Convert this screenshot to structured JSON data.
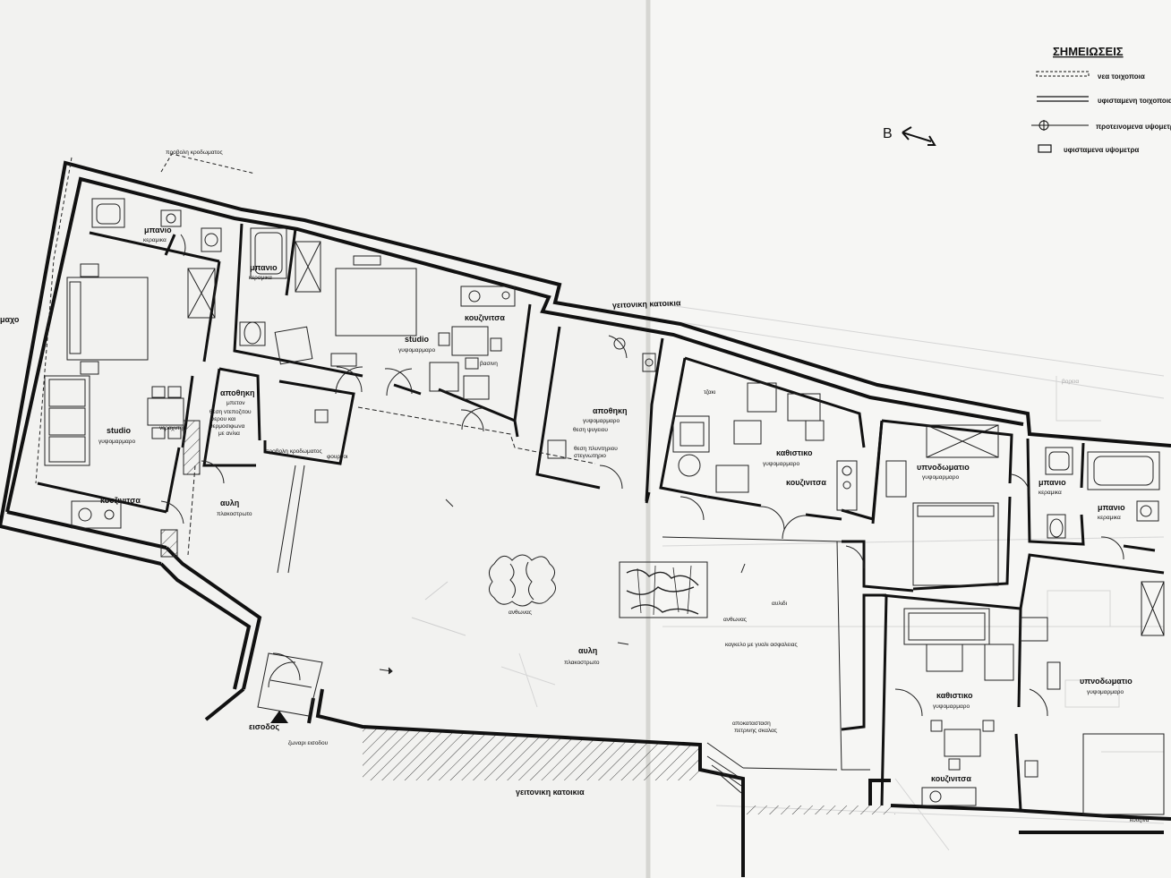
{
  "legend": {
    "title": "ΣΗΜΕΙΩΣΕΙΣ",
    "items": [
      "νεα τοιχοποια",
      "υφισταμενη τοιχοποια",
      "προτεινομενα υψομετρα",
      "υφισταμενα υψομετρα"
    ]
  },
  "north": "Β",
  "labels": {
    "studio1": "studio",
    "studio1_floor": "γυψομαρμαρο",
    "kitchen1": "κουζινιτσα",
    "bath1": "μπανιο",
    "bath1_floor": "κεραμικα",
    "bath2": "μπανιο",
    "bath2_floor": "κεραμικα",
    "studio2": "studio",
    "studio2_floor": "γυψομαρμαρο",
    "kitchen2": "κουζινιτσα",
    "sink": "νεροχυτης",
    "storage1": "αποθηκη",
    "storage1_sub": "μπετον",
    "storage1_note": "θεση ντεποζιτου νερου και θερμοσιφωνα με ανλια",
    "projection_top": "προβολη κροδωματος",
    "projection_mid": "προβολη κροδωματος",
    "oven": "φουρνοι",
    "yard1": "αυλη",
    "yard1_floor": "πλακοστρωτο",
    "yard2": "αυλη",
    "yard2_floor": "πλακοστρωτο",
    "storage2": "αποθηκη",
    "storage2_floor": "γυψομαρμαρο",
    "storage2_note1": "θεση ψυγειου",
    "storage2_note2": "θεση πλυντηριου στεγνωτηριο",
    "fireplace": "τζακι",
    "living1": "καθιστικο",
    "living1_floor": "γυψομαρμαρο",
    "kitchen3": "κουζινιτσα",
    "bedroom1": "υπνοδωματιο",
    "bedroom1_floor": "γυψομαρμαρο",
    "bath3": "μπανιο",
    "bath3_floor": "κεραμικα",
    "bath4": "μπανιο",
    "bath4_floor": "κεραμικα",
    "neighbor_top": "γειτονικη κατοικια",
    "neighbor_bottom": "γειτονικη κατοικια",
    "entrance": "εισοδος",
    "threshold": "ζωναρι εισοδου",
    "flower1": "ανθωνας",
    "flower2": "ανθωνας",
    "yard_word": "αυλιδι",
    "glass_rail": "καγκελο με γυαλι ασφαλειας",
    "stair_note": "αποκατασταση πετρινης σκαλας",
    "living2": "καθιστικο",
    "living2_floor": "γυψομαρμαρο",
    "kitchen4": "κουζινιτσα",
    "bedroom2": "υπνοδωματιο",
    "bedroom2_floor": "γυψομαρμαρο",
    "edge_left": "μαχο",
    "bottom_right": "κουζινα",
    "right_edge": "βορεια"
  }
}
